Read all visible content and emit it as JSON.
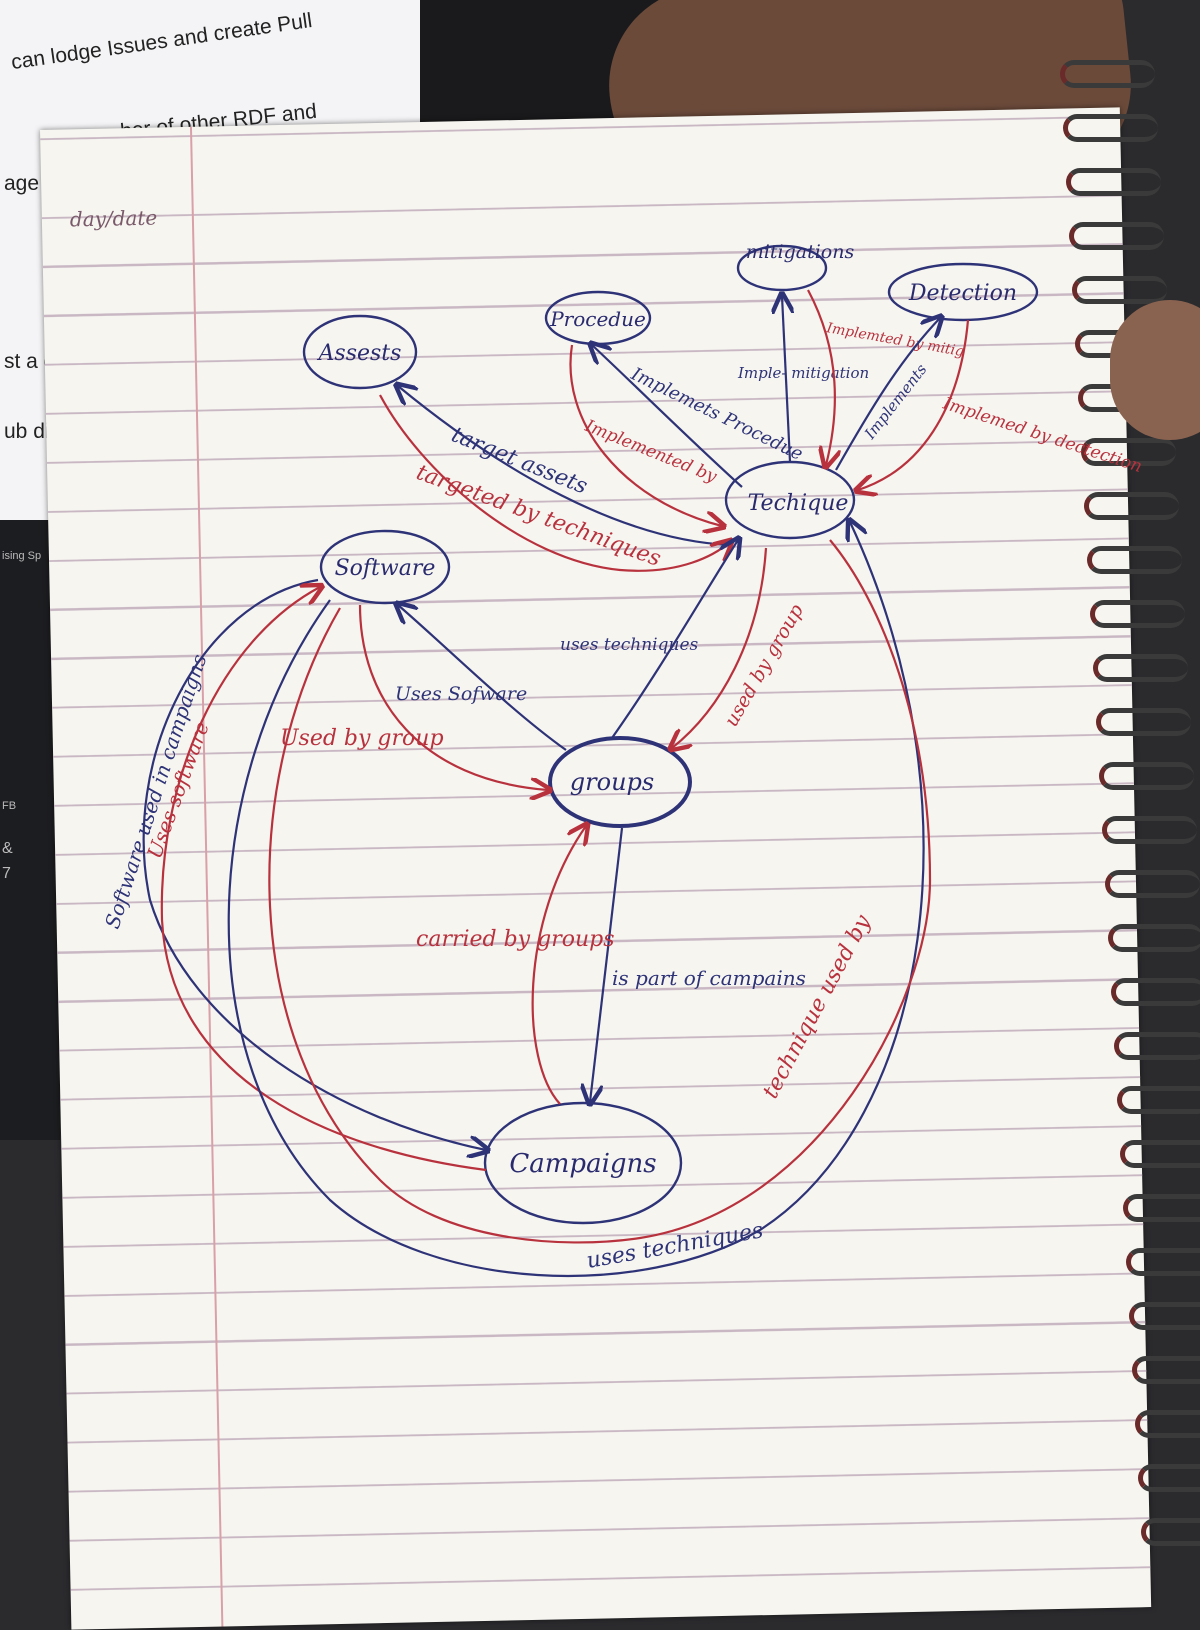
{
  "screen": {
    "lines": [
      "can lodge Issues and create Pull",
      "ber of other RDF and",
      "age a",
      "st a qu",
      "ub dis"
    ],
    "side_texts": [
      "ising Sp",
      "FB",
      "&",
      "7"
    ]
  },
  "notebook": {
    "header": "day/date"
  },
  "nodes": {
    "assets": "Assests",
    "procedure": "Procedue",
    "mitigations": "mitigations",
    "detection": "Detection",
    "technique": "Techique",
    "software": "Software",
    "groups": "groups",
    "campaigns": "Campaigns"
  },
  "edges": {
    "target_assets": "target assets",
    "targeted_by_techniques": "targeted by techniques",
    "implements_procedure": "Implemets Procedue",
    "implemented_by": "Implemented by",
    "implements_mitigation": "Imple- mitigation",
    "implemented_by_mitig": "Implemted by mitig",
    "implements": "Implements",
    "implemented_by_detection": "Implemed by dectection",
    "uses_techniques_center": "uses techniques",
    "used_by_group_technique": "used by group",
    "uses_software": "Uses Sofware",
    "used_by_group_software": "Used by group",
    "software_used_in_campaigns": "Software used in campaigns",
    "uses_software_red": "Uses software",
    "carried_by_groups": "carried by groups",
    "is_part_of_campains": "is part of campains",
    "technique_used_by": "technique used by",
    "uses_techniques_bottom": "uses techniques"
  },
  "colors": {
    "blue_ink": "#2e3377",
    "red_ink": "#b8323e"
  }
}
